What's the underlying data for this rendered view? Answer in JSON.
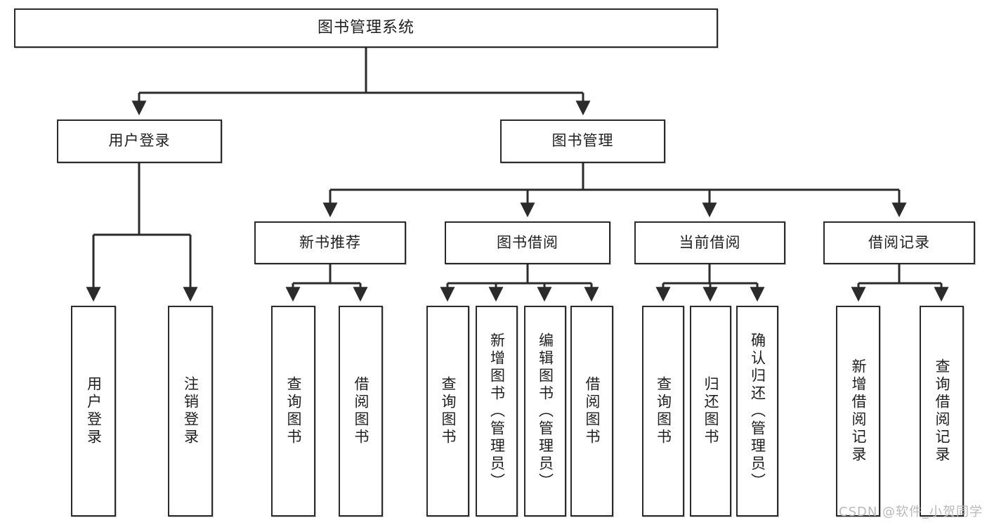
{
  "diagram": {
    "title": "图书管理系统",
    "watermark": "CSDN @软件_小贺同学",
    "line_color": "#2b2b2b",
    "box_border_color": "#2b2b2b",
    "box_fill_color": "#ffffff",
    "text_color": "#1f1f1f",
    "watermark_color": "#b9b9b9"
  },
  "nodes": {
    "root": {
      "label": "图书管理系统"
    },
    "level2": [
      {
        "label": "用户登录"
      },
      {
        "label": "图书管理"
      }
    ],
    "level3": [
      {
        "label": "新书推荐"
      },
      {
        "label": "图书借阅"
      },
      {
        "label": "当前借阅"
      },
      {
        "label": "借阅记录"
      }
    ],
    "leaves": {
      "user_login": [
        {
          "label": "用户登录"
        },
        {
          "label": "注销登录"
        }
      ],
      "new_book_recommend": [
        {
          "label": "查询图书"
        },
        {
          "label": "借阅图书"
        }
      ],
      "book_borrow": [
        {
          "label": "查询图书"
        },
        {
          "label": "新增图书（管理员）"
        },
        {
          "label": "编辑图书（管理员）"
        },
        {
          "label": "借阅图书"
        }
      ],
      "current_borrow": [
        {
          "label": "查询图书"
        },
        {
          "label": "归还图书"
        },
        {
          "label": "确认归还（管理员）"
        }
      ],
      "borrow_record": [
        {
          "label": "新增借阅记录"
        },
        {
          "label": "查询借阅记录"
        }
      ]
    }
  }
}
